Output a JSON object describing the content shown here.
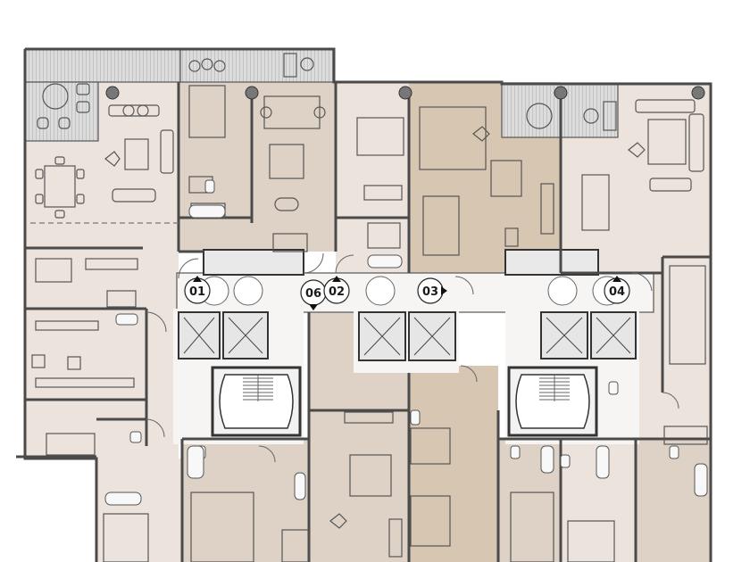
{
  "floor_plan": {
    "colors": {
      "background": "#ffffff",
      "unit_light": "#ebe3dc",
      "unit_mid": "#ddd2c5",
      "unit_tan": "#d6c6b2",
      "wall": "#4a4a4a",
      "core": "#f7f5f3",
      "terrace": "#d8d8d8",
      "line": "#555555"
    },
    "unit_labels": [
      "01",
      "06",
      "02",
      "03",
      "04"
    ]
  }
}
